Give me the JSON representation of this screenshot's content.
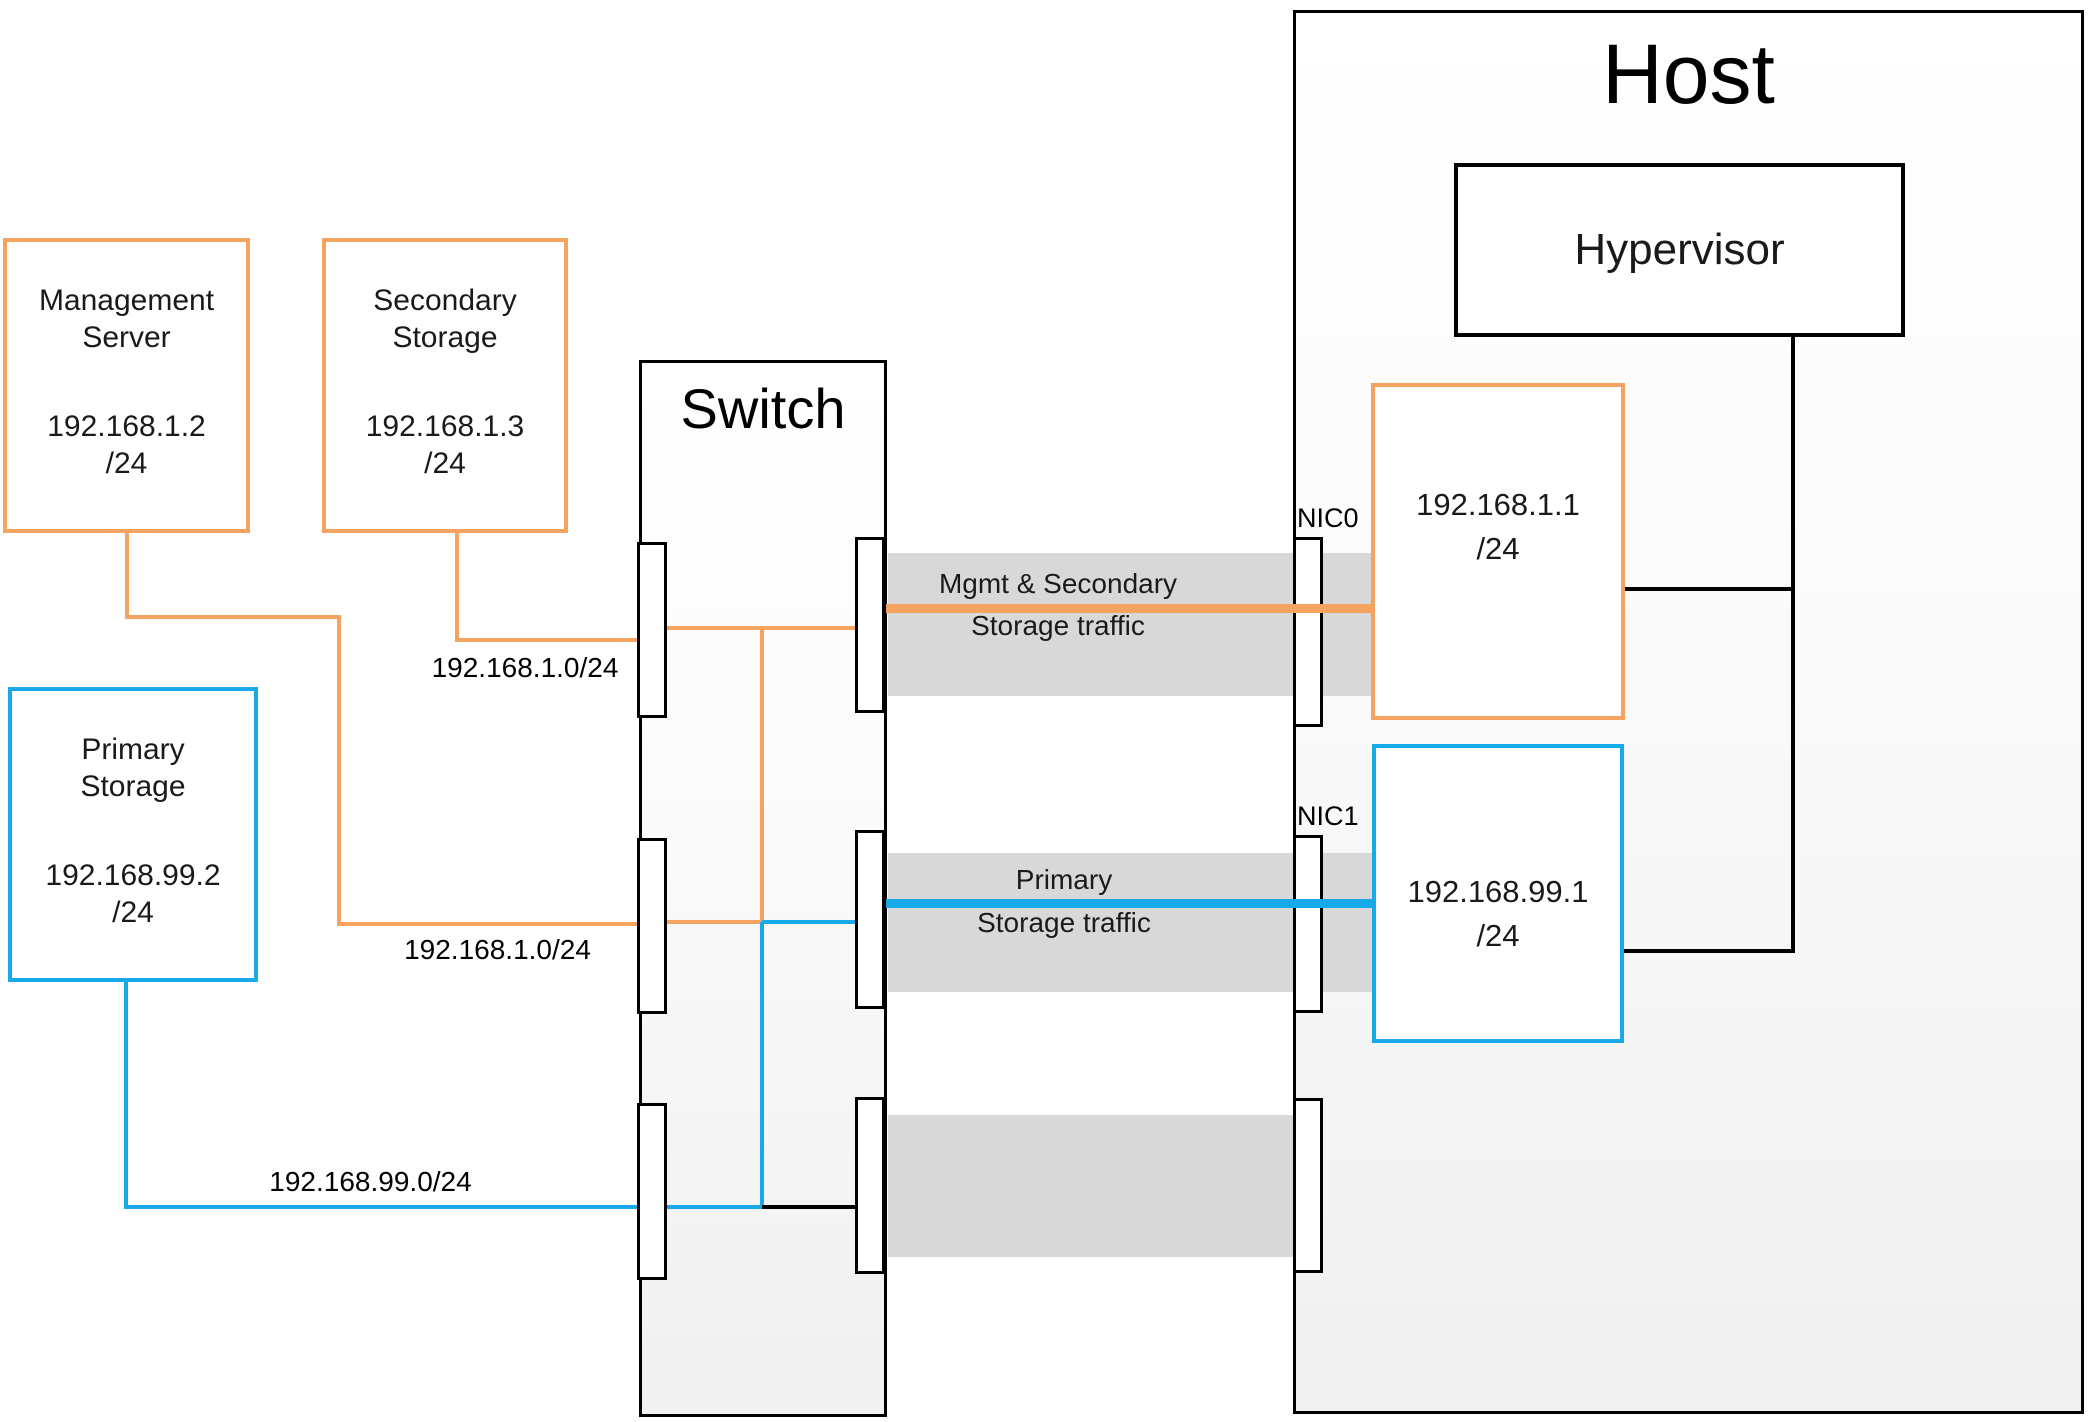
{
  "colors": {
    "orange": "#F4A460",
    "blue": "#18A9E8",
    "band": "#D8D8D8"
  },
  "host": {
    "title": "Host"
  },
  "switch": {
    "title": "Switch"
  },
  "hypervisor": {
    "label": "Hypervisor"
  },
  "nodes": {
    "management_server": {
      "name": "Management Server",
      "ip": "192.168.1.2",
      "cidr": "/24"
    },
    "secondary_storage": {
      "name": "Secondary Storage",
      "ip": "192.168.1.3",
      "cidr": "/24"
    },
    "primary_storage": {
      "name": "Primary Storage",
      "ip": "192.168.99.2",
      "cidr": "/24"
    },
    "nic0": {
      "label": "NIC0",
      "ip": "192.168.1.1",
      "cidr": "/24"
    },
    "nic1": {
      "label": "NIC1",
      "ip": "192.168.99.1",
      "cidr": "/24"
    }
  },
  "subnet_labels": {
    "secondary_link": "192.168.1.0/24",
    "management_link": "192.168.1.0/24",
    "primary_link": "192.168.99.0/24"
  },
  "traffic_labels": {
    "mgmt": {
      "line1": "Mgmt & Secondary",
      "line2": "Storage traffic"
    },
    "primary": {
      "line1": "Primary",
      "line2": "Storage traffic"
    }
  }
}
